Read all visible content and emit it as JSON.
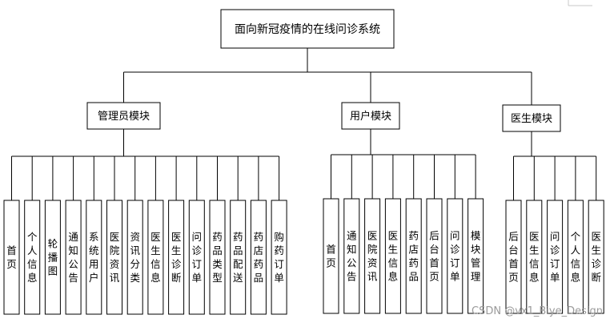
{
  "root": {
    "label": "面向新冠疫情的在线问诊系统"
  },
  "modules": [
    {
      "label": "管理员模块",
      "children": [
        "首页",
        "个人信息",
        "轮播图",
        "通知公告",
        "系统用户",
        "医院资讯",
        "资讯分类",
        "医生信息",
        "医生诊断",
        "问诊订单",
        "药品类型",
        "药品配送",
        "药店药品",
        "购药订单"
      ]
    },
    {
      "label": "用户模块",
      "children": [
        "首页",
        "通知公告",
        "医院资讯",
        "医生信息",
        "药店药品",
        "后台首页",
        "问诊订单",
        "模块管理"
      ]
    },
    {
      "label": "医生模块",
      "children": [
        "后台首页",
        "医生信息",
        "问诊订单",
        "个人信息",
        "医生诊断"
      ]
    }
  ],
  "watermark": "CSDN @vx1_Biye_Design"
}
